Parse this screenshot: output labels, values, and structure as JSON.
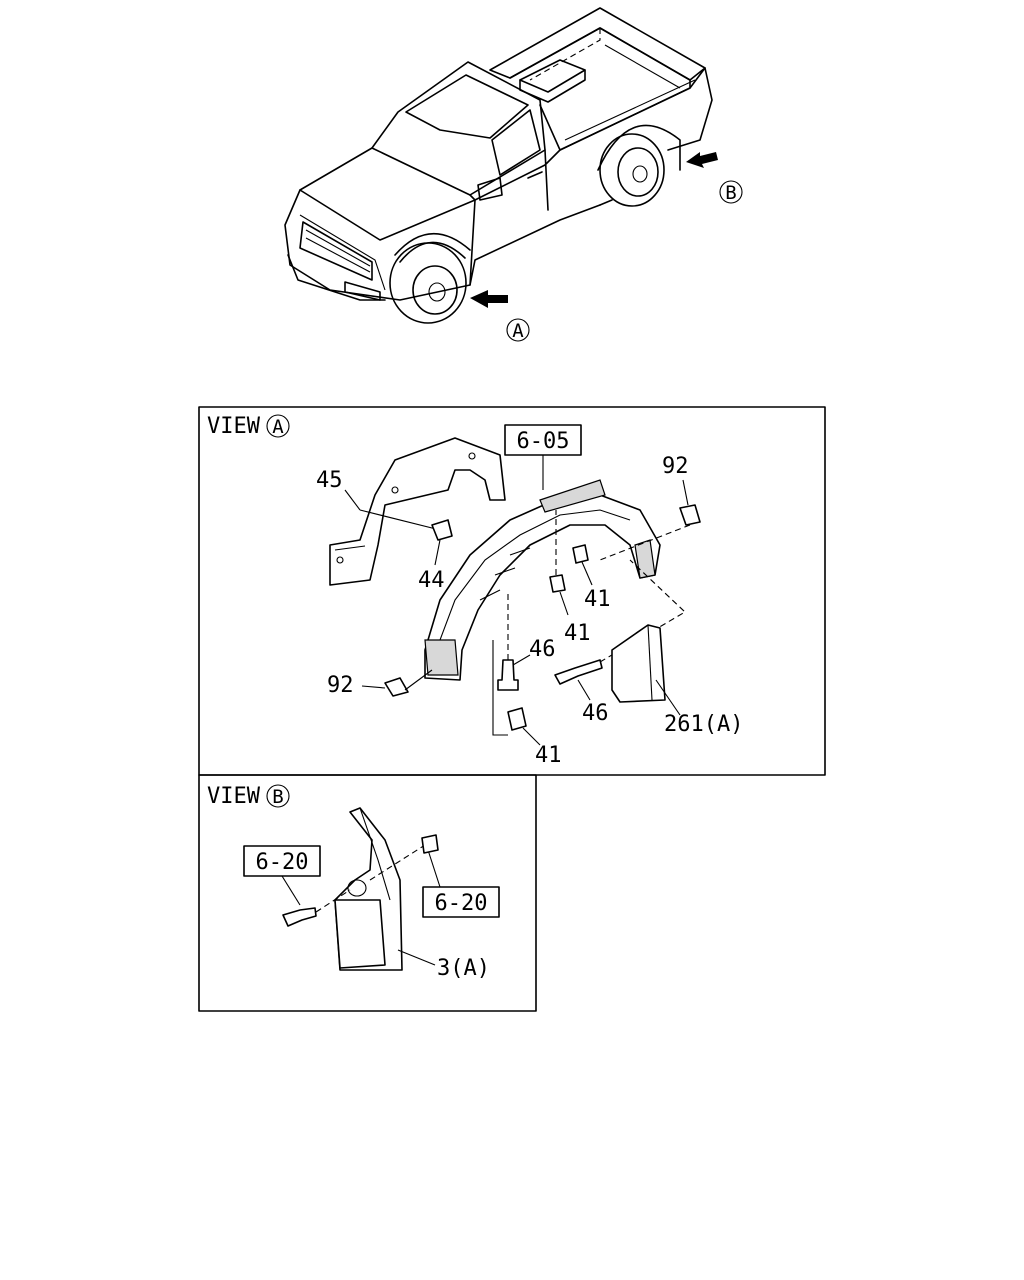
{
  "overview": {
    "arrow_a": "A",
    "arrow_b": "B"
  },
  "view_a": {
    "title": "VIEW",
    "marker": "A",
    "ref_box": "6-05",
    "labels": {
      "p45": "45",
      "p44": "44",
      "p92_top": "92",
      "p41_a": "41",
      "p41_b": "41",
      "p46_a": "46",
      "p46_b": "46",
      "p92_left": "92",
      "p41_c": "41",
      "p261": "261(A)"
    }
  },
  "view_b": {
    "title": "VIEW",
    "marker": "B",
    "ref_box_left": "6-20",
    "ref_box_right": "6-20",
    "label_3": "3(A)"
  }
}
